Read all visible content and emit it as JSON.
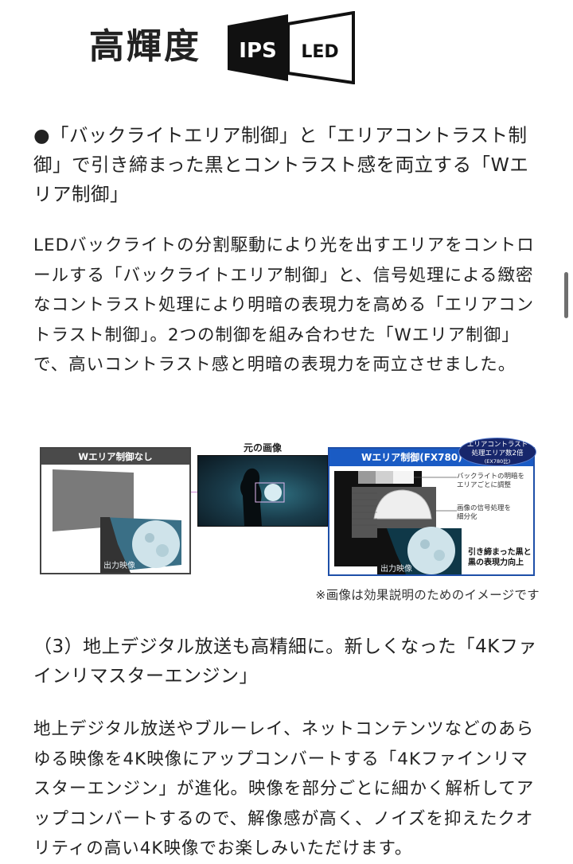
{
  "logo": {
    "kanji": "高輝度",
    "badge_dark": "IPS",
    "badge_light": "LED"
  },
  "section1": {
    "heading": "●「バックライトエリア制御」と「エリアコントラスト制御」で引き締まった黒とコントラスト感を両立する「Wエリア制御」",
    "body": "LEDバックライトの分割駆動により光を出すエリアをコントロールする「バックライトエリア制御」と、信号処理による緻密なコントラスト処理により明暗の表現力を高める「エリアコントラスト制御」。2つの制御を組み合わせた「Wエリア制御」で、高いコントラスト感と明暗の表現力を両立させました。"
  },
  "diagram": {
    "left_title": "Wエリア制御なし",
    "left_output_label": "出力映像",
    "mid_title": "元の画像",
    "right_title": "Wエリア制御(FX780)",
    "badge_line1": "エリアコントラスト",
    "badge_line2": "処理エリア数2倍",
    "badge_line3": "(EX780比)",
    "annotation1_line1": "バックライトの明暗を",
    "annotation1_line2": "エリアごとに調整",
    "annotation2_line1": "画像の信号処理を",
    "annotation2_line2": "細分化",
    "result_line1": "引き締まった黒と",
    "result_line2": "黒の表現力向上",
    "right_output_label": "出力映像",
    "colors": {
      "left_header": "#4a4a4a",
      "right_header": "#1a5bc4",
      "badge": "#17266b",
      "link_line": "#d08ad8"
    }
  },
  "caption": "※画像は効果説明のためのイメージです",
  "section2": {
    "heading": "（3）地上デジタル放送も高精細に。新しくなった「4Kファインリマスターエンジン」",
    "body": "地上デジタル放送やブルーレイ、ネットコンテンツなどのあらゆる映像を4K映像にアップコンバートする「4Kファインリマスターエンジン」が進化。映像を部分ごとに細かく解析してアップコンバートするので、解像感が高く、ノイズを抑えたクオリティの高い4K映像でお楽しみいただけます。"
  }
}
